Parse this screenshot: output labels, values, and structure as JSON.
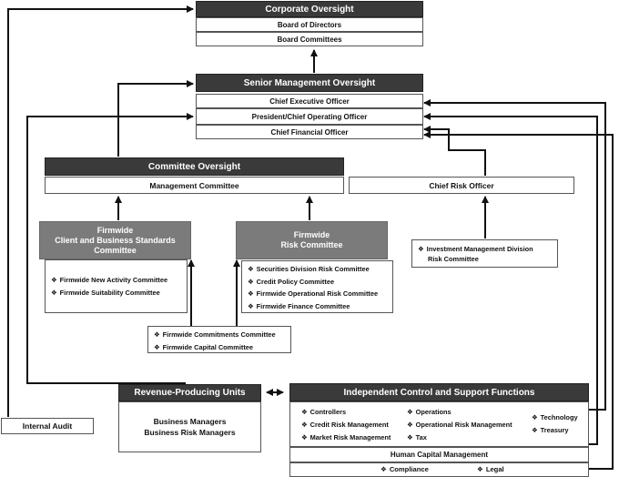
{
  "corporate": {
    "title": "Corporate Oversight",
    "rows": [
      "Board of Directors",
      "Board Committees"
    ]
  },
  "senior": {
    "title": "Senior Management Oversight",
    "rows": [
      "Chief Executive Officer",
      "President/Chief Operating Officer",
      "Chief Financial Officer"
    ]
  },
  "committee_oversight": {
    "title": "Committee Oversight",
    "management": "Management Committee"
  },
  "cro": "Chief Risk Officer",
  "clients_committee": {
    "title_line1": "Firmwide",
    "title_line2": "Client and  Business Standards",
    "title_line3": "Committee",
    "items": [
      "Firmwide New Activity Committee",
      "Firmwide Suitability Committee"
    ]
  },
  "risk_committee": {
    "title_line1": "Firmwide",
    "title_line2": "Risk Committee",
    "items": [
      "Securities Division Risk Committee",
      "Credit Policy Committee",
      "Firmwide Operational Risk Committee",
      "Firmwide Finance Committee"
    ]
  },
  "imd": {
    "line1": "Investment Management Division",
    "line2": "Risk Committee"
  },
  "commitments": {
    "items": [
      "Firmwide Commitments Committee",
      "Firmwide Capital Committee"
    ]
  },
  "revenue": {
    "title": "Revenue-Producing Units",
    "line1": "Business Managers",
    "line2": "Business Risk Managers"
  },
  "independent": {
    "title": "Independent Control and Support Functions",
    "col1": [
      "Controllers",
      "Credit Risk Management",
      "Market Risk Management"
    ],
    "col2": [
      "Operations",
      "Operational Risk Management",
      "Tax"
    ],
    "col3": [
      "Technology",
      "Treasury"
    ],
    "hcm": "Human Capital Management",
    "bottom": [
      "Compliance",
      "Legal"
    ]
  },
  "internal_audit": "Internal Audit",
  "bullet": "❖",
  "colors": {
    "dark_header": "#3a3a3a",
    "gray_header": "#7b7b7b"
  }
}
